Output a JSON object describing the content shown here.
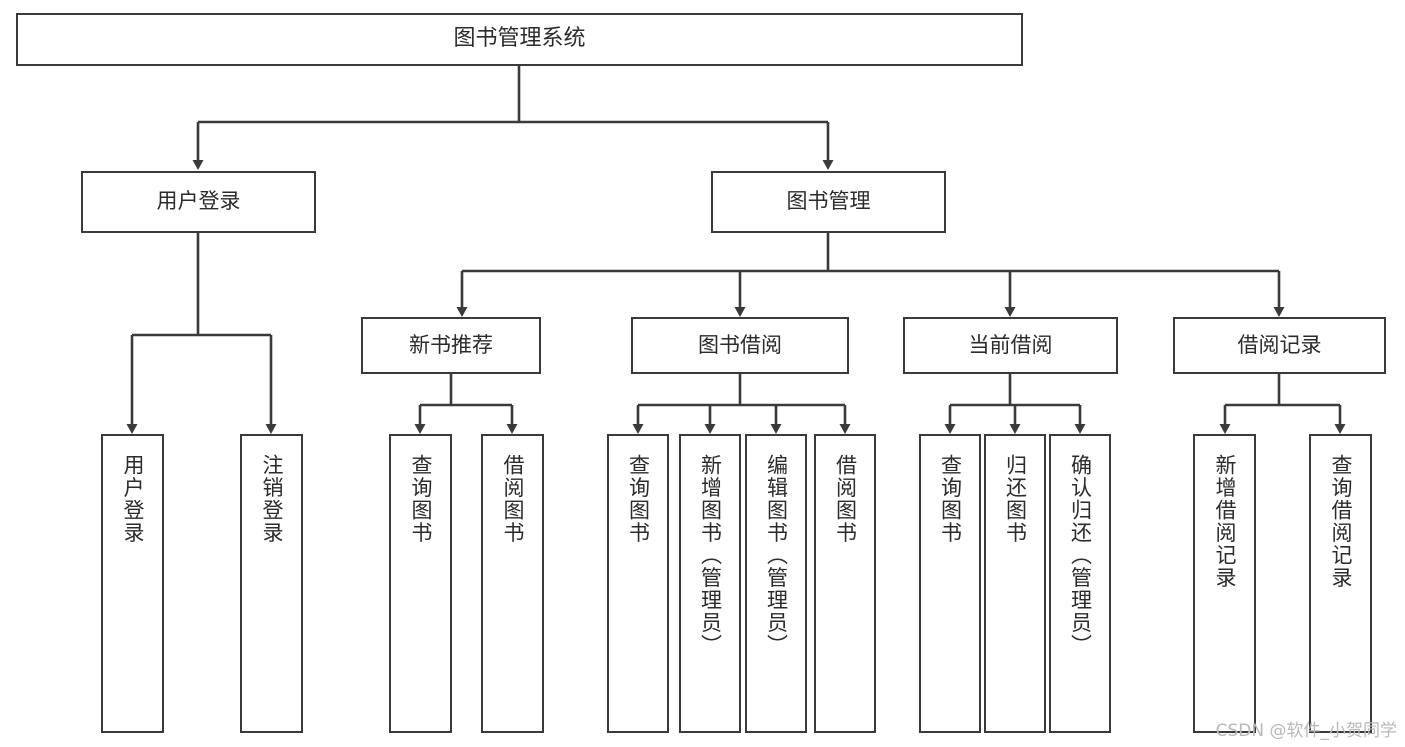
{
  "diagram": {
    "type": "tree-hierarchy",
    "title": "图书管理系统",
    "root": {
      "id": "root",
      "label": "图书管理系统"
    },
    "level2": [
      {
        "id": "user-login",
        "label": "用户登录"
      },
      {
        "id": "book-manage",
        "label": "图书管理"
      }
    ],
    "level3": [
      {
        "id": "new-book-rec",
        "label": "新书推荐",
        "parent": "book-manage"
      },
      {
        "id": "book-borrow",
        "label": "图书借阅",
        "parent": "book-manage"
      },
      {
        "id": "current-borrow",
        "label": "当前借阅",
        "parent": "book-manage"
      },
      {
        "id": "borrow-record",
        "label": "借阅记录",
        "parent": "book-manage"
      }
    ],
    "leaves": [
      {
        "id": "leaf-user-login",
        "label": "用户登录",
        "parent": "user-login"
      },
      {
        "id": "leaf-logout",
        "label": "注销登录",
        "parent": "user-login"
      },
      {
        "id": "leaf-query-book-1",
        "label": "查询图书",
        "parent": "new-book-rec"
      },
      {
        "id": "leaf-borrow-book-1",
        "label": "借阅图书",
        "parent": "new-book-rec"
      },
      {
        "id": "leaf-query-book-2",
        "label": "查询图书",
        "parent": "book-borrow"
      },
      {
        "id": "leaf-add-book",
        "label": "新增图书（管理员）",
        "parent": "book-borrow"
      },
      {
        "id": "leaf-edit-book",
        "label": "编辑图书（管理员）",
        "parent": "book-borrow"
      },
      {
        "id": "leaf-borrow-book-2",
        "label": "借阅图书",
        "parent": "book-borrow"
      },
      {
        "id": "leaf-query-book-3",
        "label": "查询图书",
        "parent": "current-borrow"
      },
      {
        "id": "leaf-return-book",
        "label": "归还图书",
        "parent": "current-borrow"
      },
      {
        "id": "leaf-confirm-return",
        "label": "确认归还（管理员）",
        "parent": "current-borrow"
      },
      {
        "id": "leaf-add-record",
        "label": "新增借阅记录",
        "parent": "borrow-record"
      },
      {
        "id": "leaf-query-record",
        "label": "查询借阅记录",
        "parent": "borrow-record"
      }
    ],
    "watermark": "CSDN @软件_小贺同学",
    "colors": {
      "border": "#3a3a3a",
      "text": "#2b2b2b",
      "background": "#ffffff",
      "watermark": "#b9b9b9"
    }
  }
}
